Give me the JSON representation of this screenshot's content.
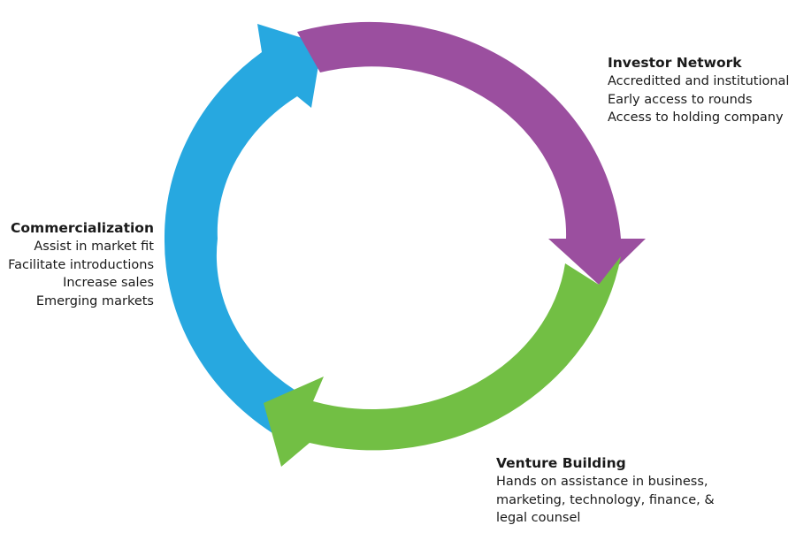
{
  "cycle": {
    "segments": [
      {
        "name": "investor-network",
        "color": "#9b4f9f",
        "title": "Investor Network",
        "lines": [
          "Accreditted and institutional",
          "Early access to rounds",
          "Access to holding company"
        ]
      },
      {
        "name": "venture-building",
        "color": "#72bf44",
        "title": "Venture Building",
        "lines": [
          "Hands on assistance in business,",
          "marketing, technology, finance, &",
          "legal counsel"
        ]
      },
      {
        "name": "commercialization",
        "color": "#27a8e0",
        "title": "Commercialization",
        "lines": [
          "Assist in market fit",
          "Facilitate introductions",
          "Increase sales",
          "Emerging markets"
        ]
      }
    ]
  }
}
